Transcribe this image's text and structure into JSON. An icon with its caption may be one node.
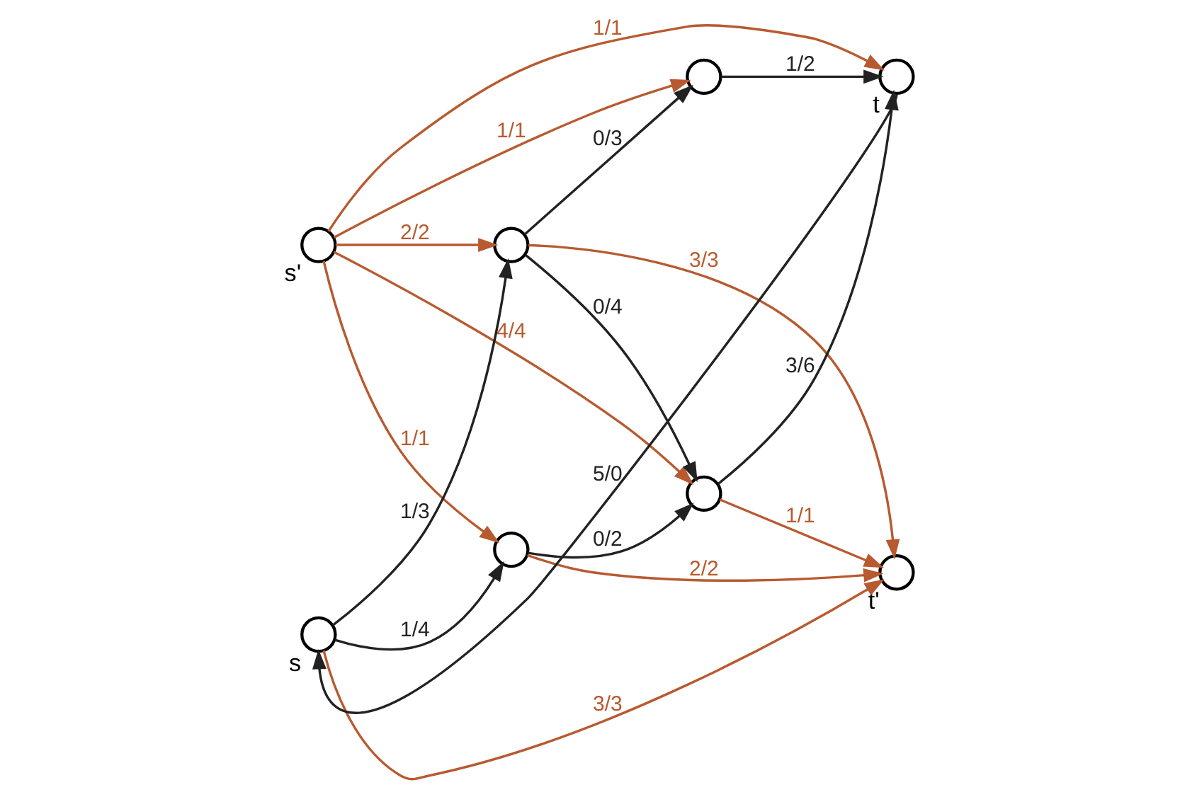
{
  "diagram": {
    "nodes": [
      {
        "text": [],
        "shape": "circle",
        "beside": [
          "s'"
        ]
      },
      {
        "text": [],
        "shape": "circle",
        "beside": [
          "s"
        ]
      },
      {
        "text": [],
        "shape": "circle"
      },
      {
        "text": [],
        "shape": "circle"
      },
      {
        "text": [],
        "shape": "circle"
      },
      {
        "text": [],
        "shape": "circle"
      },
      {
        "text": [],
        "shape": "circle",
        "beside": [
          "t"
        ]
      },
      {
        "text": [],
        "shape": "circle",
        "beside": [
          "t'"
        ]
      }
    ],
    "edges": [
      {
        "from": 0,
        "to": 2,
        "arrow": "to",
        "label": "1/1"
      },
      {
        "from": 0,
        "to": 4,
        "arrow": "to",
        "label": "4/4"
      },
      {
        "from": 0,
        "to": 6,
        "arrow": "to",
        "label": "1/1"
      },
      {
        "from": 0,
        "to": 5,
        "arrow": "to",
        "label": "1/1"
      },
      {
        "from": 0,
        "to": 3,
        "arrow": "to",
        "label": "2/2"
      },
      {
        "from": 1,
        "to": 2,
        "arrow": "to",
        "label": "1/4",
        "color": "#222222"
      },
      {
        "from": 1,
        "to": 3,
        "arrow": "to",
        "label": "1/3",
        "color": "#222222"
      },
      {
        "from": 2,
        "to": 4,
        "arrow": "to",
        "label": "0/2",
        "color": "#222222"
      },
      {
        "from": 3,
        "to": 4,
        "arrow": "to",
        "label": "0/4",
        "color": "#222222"
      },
      {
        "from": 3,
        "to": 5,
        "arrow": "to",
        "label": "0/3",
        "color": "#222222"
      },
      {
        "from": 4,
        "to": 6,
        "arrow": "to",
        "label": "3/6",
        "color": "#222222"
      },
      {
        "from": 5,
        "to": 6,
        "arrow": "to",
        "label": "1/2",
        "color": "#222222"
      },
      {
        "from": 6,
        "to": 1,
        "arrow": "to",
        "label": "5/0",
        "color": "#222222"
      },
      {
        "from": 1,
        "to": 7,
        "arrow": "to",
        "label": "3/3"
      },
      {
        "from": 3,
        "to": 7,
        "arrow": "to",
        "label": "3/3"
      },
      {
        "from": 2,
        "to": 7,
        "arrow": "to",
        "label": "2/2"
      },
      {
        "from": 4,
        "to": 7,
        "arrow": "to",
        "label": "1/1"
      }
    ]
  }
}
